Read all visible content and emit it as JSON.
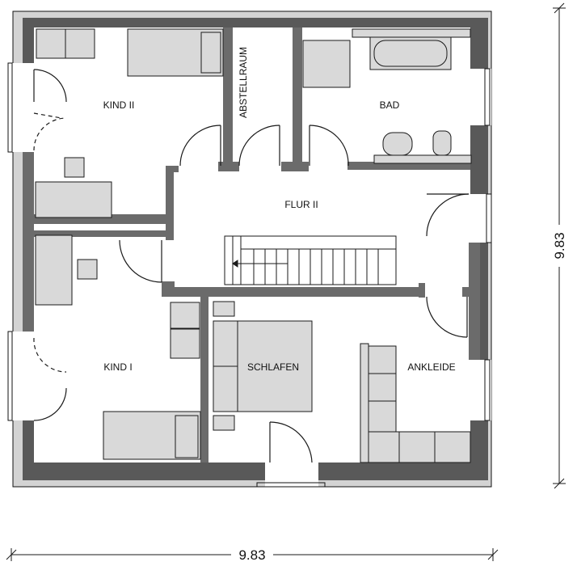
{
  "rooms": {
    "kind2": "KIND II",
    "abstellraum": "ABSTELLRAUM",
    "bad": "BAD",
    "flur2": "FLUR II",
    "kind1": "KIND I",
    "schlafen": "SCHLAFEN",
    "ankleide": "ANKLEIDE"
  },
  "dimensions": {
    "width": "9.83",
    "height": "9.83"
  },
  "colors": {
    "wall_outer": "#595959",
    "wall_inner": "#6b6b6b",
    "wall_light": "#d3d3d3",
    "furniture": "#d9d9d9",
    "line": "#1a1a1a"
  }
}
